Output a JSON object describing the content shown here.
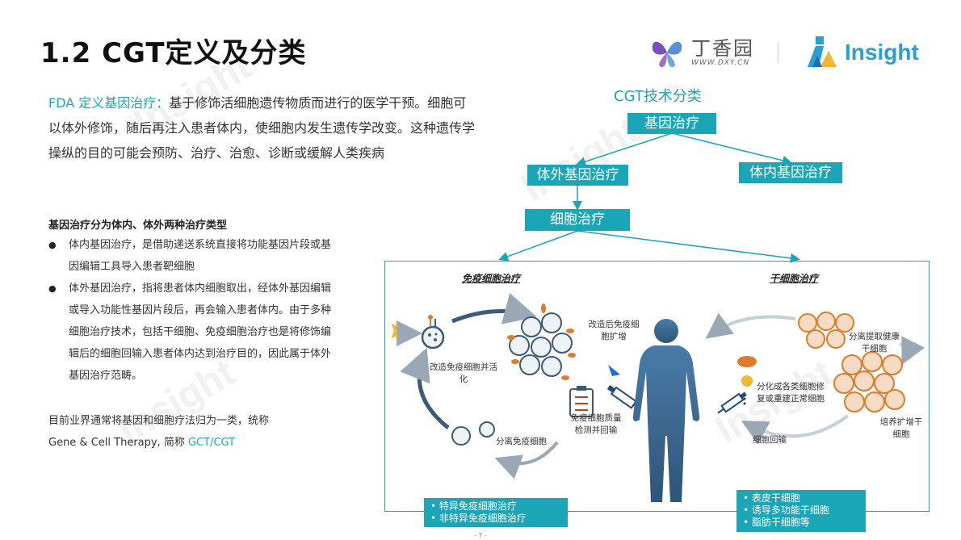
{
  "header": {
    "title": "1.2 CGT定义及分类",
    "logo_dxy_cn": "丁香园",
    "logo_dxy_url": "WWW.DXY.CN",
    "logo_insight": "Insight"
  },
  "intro": {
    "accent": "FDA 定义基因治疗：",
    "text": "基于修饰活细胞遗传物质而进行的医学干预。细胞可以体外修饰，随后再注入患者体内，使细胞内发生遗传学改变。这种遗传学操纵的目的可能会预防、治疗、治愈、诊断或缓解人类疾病"
  },
  "section": {
    "heading": "基因治疗分为体内、体外两种治疗类型",
    "bullets": [
      "体内基因治疗，是借助递送系统直接将功能基因片段或基因编辑工具导入患者靶细胞",
      "体外基因治疗，指将患者体内细胞取出，经体外基因编辑或导入功能性基因片段后，再会输入患者体内。由于多种细胞治疗技术，包括干细胞、免疫细胞治疗也是将修饰编辑后的细胞回输入患者体内达到治疗目的，因此属于体外基因治疗范畴。"
    ],
    "closing_1": "目前业界通常将基因和细胞疗法归为一类，统称",
    "closing_2": "Gene & Cell Therapy, 简称 ",
    "closing_accent": "GCT/CGT"
  },
  "diagram": {
    "title": "CGT技术分类",
    "root": "基因治疗",
    "ex_vivo": "体外基因治疗",
    "in_vivo": "体内基因治疗",
    "cell_therapy": "细胞治疗",
    "immune_title": "免疫细胞治疗",
    "stem_title": "干细胞治疗",
    "immune_labels": {
      "activate": "改造免疫细胞并活化",
      "expand": "改造后免疫细胞扩增",
      "separate": "分离免疫细胞",
      "qc": "免疫细胞质量检测并回输"
    },
    "stem_labels": {
      "extract": "分离提取健康干细胞",
      "culture": "培养扩增干细胞",
      "differentiate": "分化成各类细胞修复或重建正常细胞",
      "reinfuse": "细胞回输"
    },
    "immune_types": [
      "特异免疫细胞治疗",
      "非特异免疫细胞治疗"
    ],
    "stem_types": [
      "表皮干细胞",
      "诱导多功能干细胞",
      "脂肪干细胞等"
    ]
  },
  "footer": {
    "page": "- 7 -"
  },
  "colors": {
    "accent": "#1aa6b7",
    "cell": "#e07b2a",
    "figure": "#3d6a93",
    "insight_blue": "#2a9fd6"
  }
}
